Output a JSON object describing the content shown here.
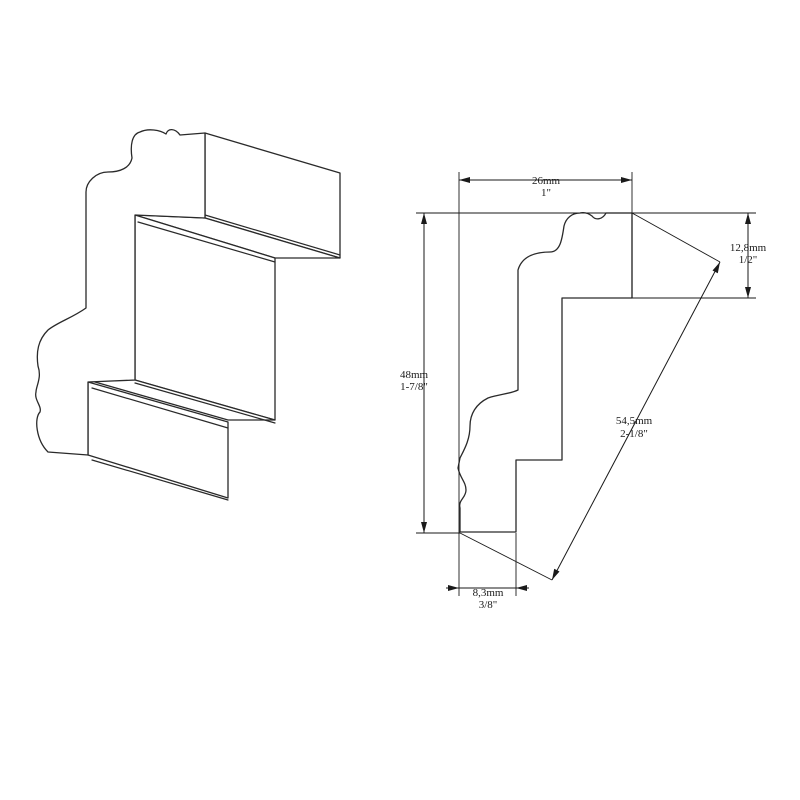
{
  "dimensions": {
    "top_width": {
      "metric": "26mm",
      "imperial": "1\""
    },
    "height": {
      "metric": "48mm",
      "imperial": "1-7/8\""
    },
    "top_depth": {
      "metric": "12,8mm",
      "imperial": "1/2\""
    },
    "diagonal": {
      "metric": "54,5mm",
      "imperial": "2-1/8\""
    },
    "bottom_width": {
      "metric": "8,3mm",
      "imperial": "3/8\""
    }
  },
  "colors": {
    "line": "#2a2a2a",
    "background": "#ffffff"
  }
}
